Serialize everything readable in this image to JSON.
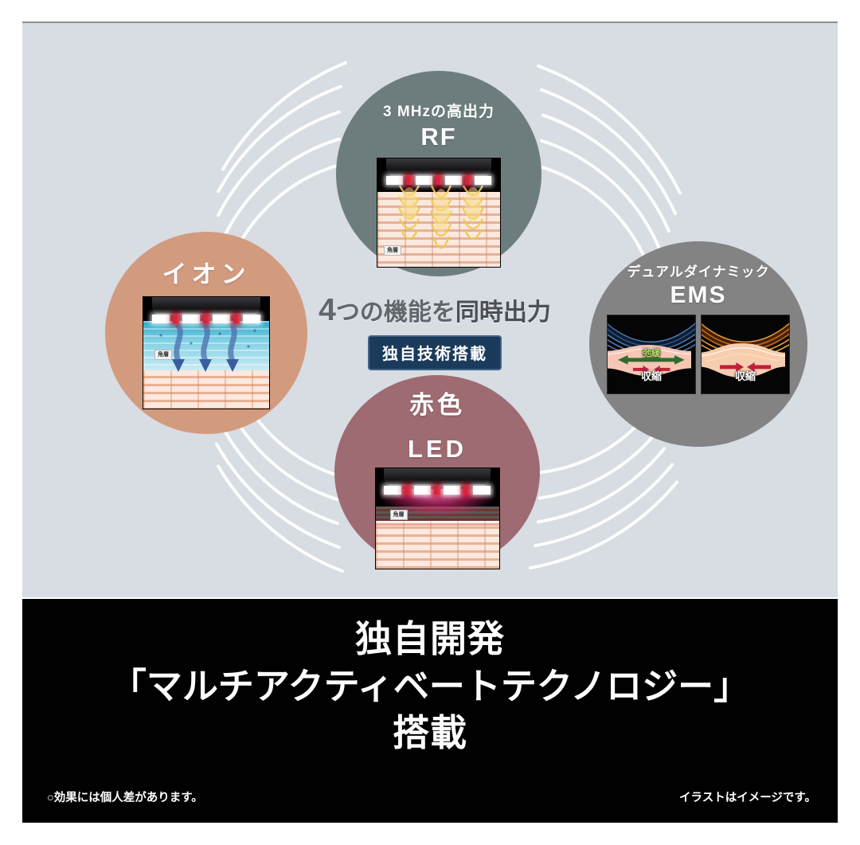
{
  "background": {
    "panel_color": "#d8dce3",
    "bottom_panel_color": "#010101",
    "page_color": "#ffffff"
  },
  "center": {
    "headline_number": "4",
    "headline_part1": "つの機能を",
    "headline_part2": "同時出力",
    "badge_label": "独自技術搭載",
    "badge_color": "#1b3a5c",
    "headline_color": "#62666b"
  },
  "circles": [
    {
      "id": "rf",
      "subtitle": "3 MHzの高出力",
      "title": "RF",
      "color": "#6d7d7e",
      "diagram_label": "角層"
    },
    {
      "id": "ion",
      "subtitle": "",
      "title": "イオン",
      "color": "#d29b7e",
      "diagram_label": "角層"
    },
    {
      "id": "ems",
      "subtitle": "デュアルダイナミック",
      "title": "EMS",
      "color": "#838383",
      "panels": [
        {
          "label_top": "弛緩",
          "label_bottom": "収縮",
          "fan_color": "#3a6fa8"
        },
        {
          "label_top": "",
          "label_bottom": "収縮",
          "fan_color": "#e0821f"
        }
      ]
    },
    {
      "id": "led",
      "subtitle": "赤色",
      "title": "LED",
      "color": "#9e6b72",
      "diagram_label": "角層"
    }
  ],
  "bottom": {
    "title_line1": "独自開発",
    "title_line2": "「マルチアクティベートテクノロジー」",
    "title_line3": "搭載",
    "footnote_left": "○効果には個人差があります。",
    "footnote_right": "イラストはイメージです。"
  }
}
